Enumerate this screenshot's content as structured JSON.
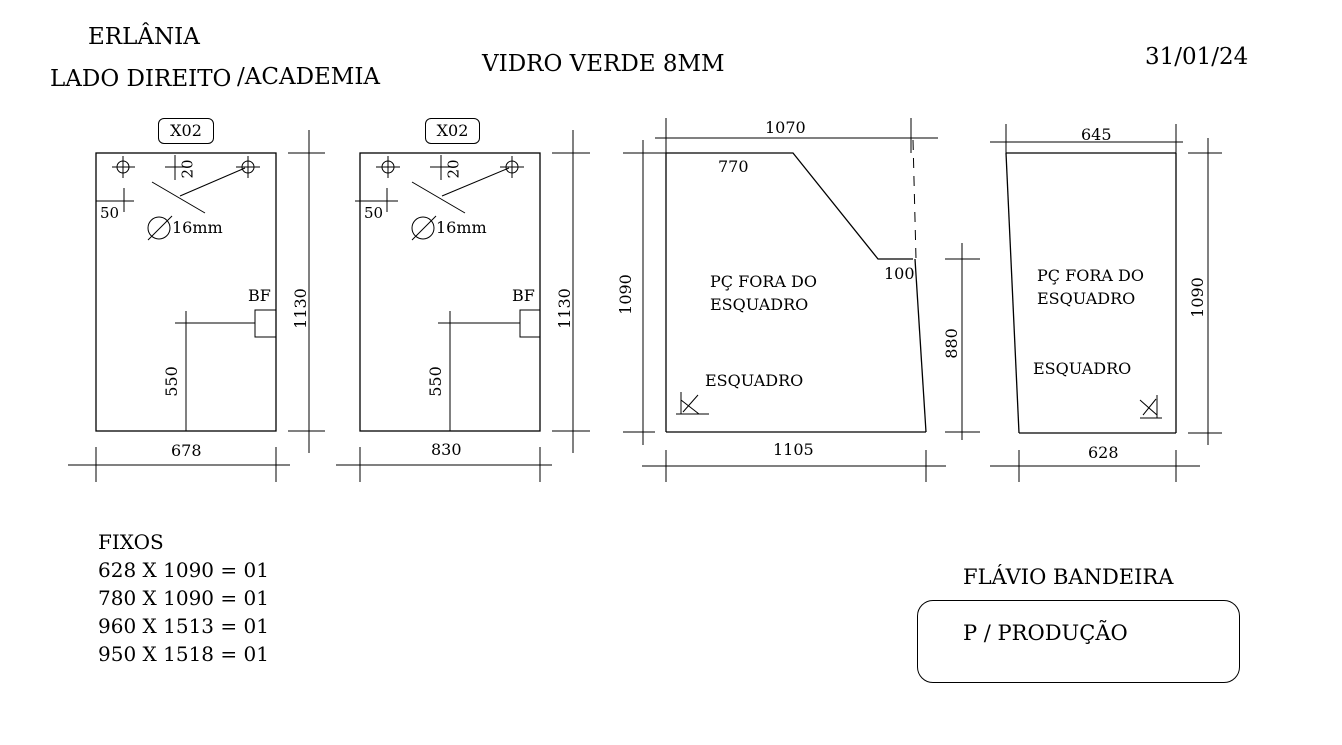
{
  "header": {
    "client": "ERLÂNIA",
    "side": "LADO DIREITO",
    "location": "/ACADEMIA",
    "material": "VIDRO VERDE 8MM",
    "date": "31/01/24"
  },
  "panels": [
    {
      "tag": "X02",
      "hole_offset_top": "20",
      "hole_offset_side": "50",
      "hole_diameter": "16mm",
      "latch_label": "BF",
      "latch_height": "550",
      "height": "1130",
      "width": "678"
    },
    {
      "tag": "X02",
      "hole_offset_top": "20",
      "hole_offset_side": "50",
      "hole_diameter": "16mm",
      "latch_label": "BF",
      "latch_height": "550",
      "height": "1130",
      "width": "830"
    },
    {
      "top_width": "1070",
      "cut_start": "770",
      "cut_drop": "100",
      "left_height": "1090",
      "right_height": "880",
      "bottom_width": "1105",
      "note_line1": "PÇ FORA DO",
      "note_line2": "ESQUADRO",
      "square_label": "ESQUADRO"
    },
    {
      "top_width": "645",
      "height": "1090",
      "bottom_width": "628",
      "note_line1": "PÇ FORA DO",
      "note_line2": "ESQUADRO",
      "square_label": "ESQUADRO"
    }
  ],
  "fixed_list": {
    "title": "FIXOS",
    "items": [
      "628 X 1090 = 01",
      "780 X 1090 = 01",
      "960 X 1513 = 01",
      "950 X 1518 = 01"
    ]
  },
  "signature": {
    "name": "FLÁVIO BANDEIRA",
    "stamp": "P / PRODUÇÃO"
  }
}
